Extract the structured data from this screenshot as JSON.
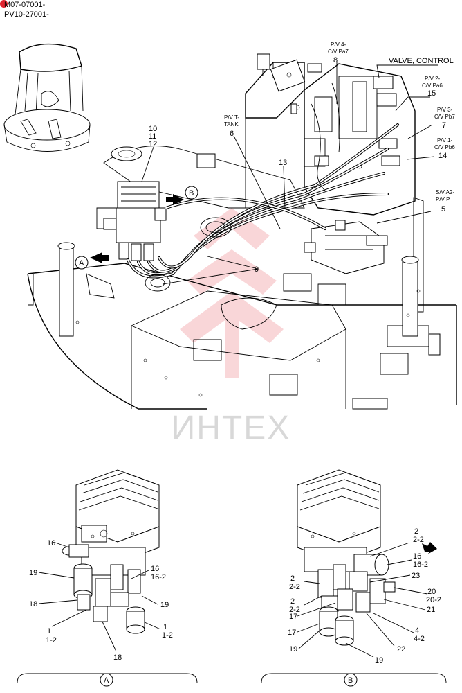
{
  "serials": [
    "M07-07001-",
    "PV10-27001-"
  ],
  "watermark": "ИНТЕХ",
  "main_labels": {
    "valve_control": "VALVE, CONTROL",
    "pv4_a": "P/V 4-",
    "pv4_b": "C/V Pa7",
    "n8": "8",
    "pv2_a": "P/V 2-",
    "pv2_b": "C/V Pa6",
    "n15": "15",
    "pv3_a": "P/V 3-",
    "pv3_b": "C/V Pb7",
    "n7": "7",
    "pv1_a": "P/V 1-",
    "pv1_b": "C/V Pb6",
    "n14": "14",
    "pvt_a": "P/V T-",
    "pvt_b": "TANK",
    "n6": "6",
    "n13": "13",
    "sv_a": "S/V A2-",
    "sv_b": "P/V P",
    "n5": "5",
    "n10": "10",
    "n11": "11",
    "n12": "12",
    "callout_b": "B",
    "callout_a": "A",
    "n9": "9"
  },
  "detail_a": {
    "title": "A",
    "n16": "16",
    "n19a": "19",
    "n18a": "18",
    "n1a": "1",
    "n1_2a": "1-2",
    "n18b": "18",
    "n16b": "16",
    "n16_2": "16-2",
    "n19b": "19",
    "n1b": "1",
    "n1_2b": "1-2"
  },
  "detail_b": {
    "title": "B",
    "n2a": "2",
    "n2_2a": "2-2",
    "n16": "16",
    "n16_2": "16-2",
    "n23": "23",
    "n2b": "2",
    "n2_2b": "2-2",
    "n2c": "2",
    "n2_2c": "2-2",
    "n20": "20",
    "n20_2": "20-2",
    "n17a": "17",
    "n21": "21",
    "n4": "4",
    "n4_2": "4-2",
    "n17b": "17",
    "n19a": "19",
    "n22": "22",
    "n19b": "19"
  }
}
